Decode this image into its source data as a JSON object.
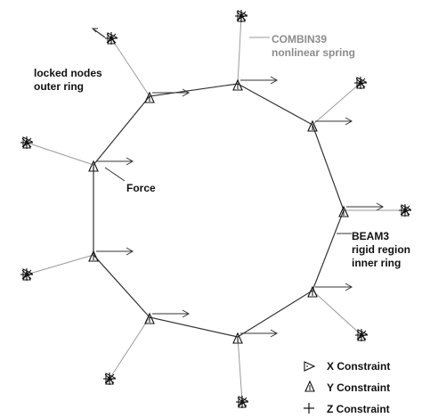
{
  "labels": {
    "locked_line1": "locked nodes",
    "locked_line2": "outer ring",
    "combin_line1": "COMBIN39",
    "combin_line2": "nonlinear spring",
    "force": "Force",
    "beam_line1": "BEAM3",
    "beam_line2": "rigid region",
    "beam_line3": "inner ring"
  },
  "legend": {
    "x_constraint": "X Constraint",
    "y_constraint": "Y Constraint",
    "z_constraint": "Z Constraint"
  },
  "colors": {
    "ring_line": "#333333",
    "spring_line": "#9a9a9a",
    "label_grey": "#8c8c8c",
    "symbol": "#111111"
  }
}
